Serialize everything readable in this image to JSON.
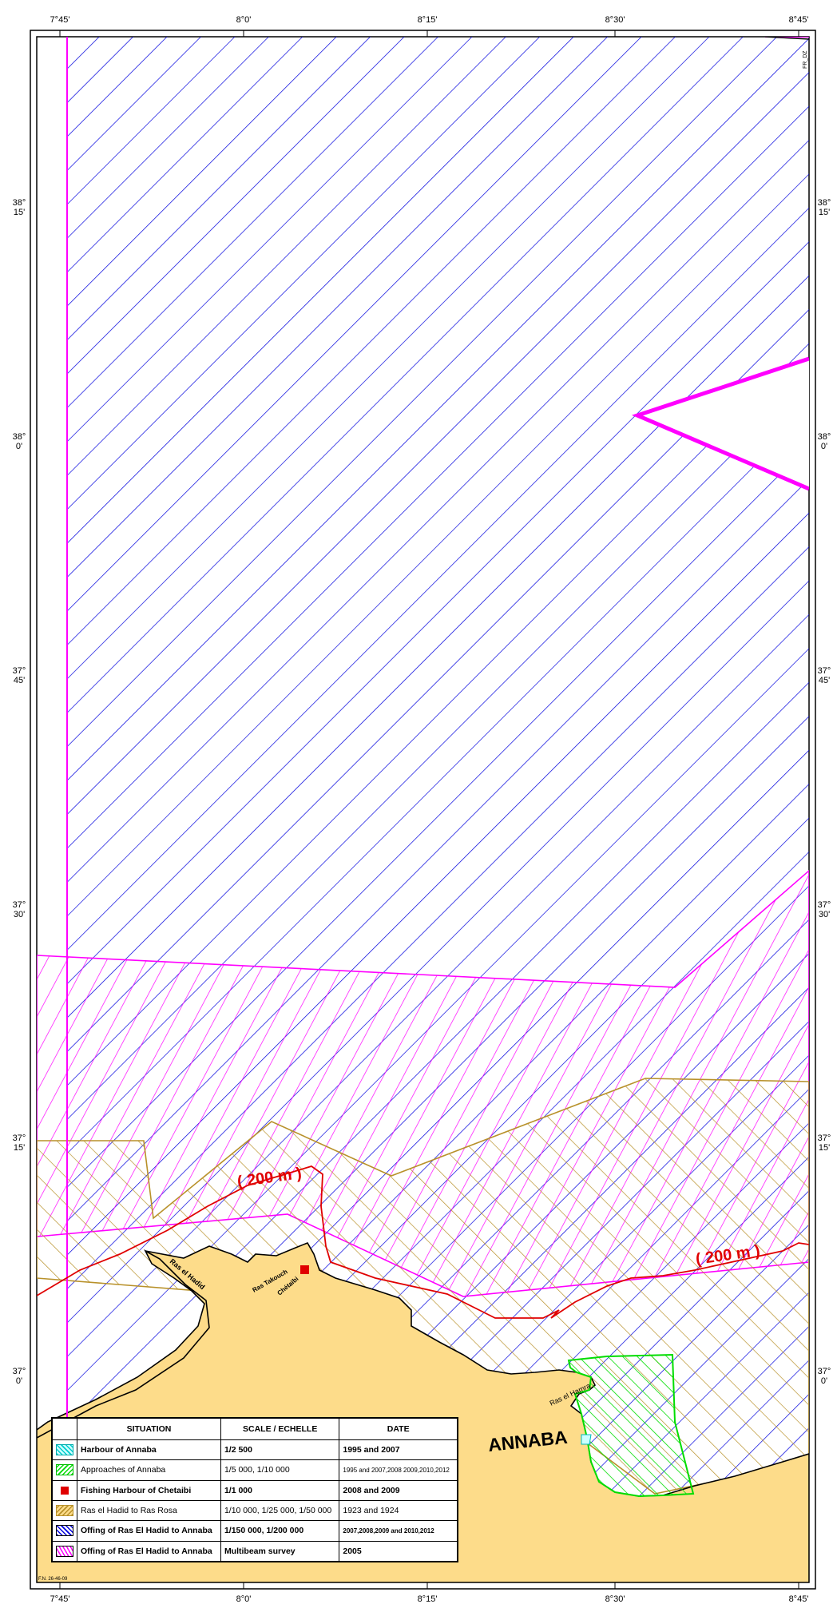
{
  "map": {
    "top_ticks": [
      "7°45'",
      "8°0'",
      "8°15'",
      "8°30'",
      "8°45'"
    ],
    "bottom_ticks": [
      "7°45'",
      "8°0'",
      "8°15'",
      "8°30'",
      "8°45'"
    ],
    "left_ticks": [
      {
        "deg": "38°",
        "min": "15'"
      },
      {
        "deg": "38°",
        "min": "0'"
      },
      {
        "deg": "37°",
        "min": "45'"
      },
      {
        "deg": "37°",
        "min": "30'"
      },
      {
        "deg": "37°",
        "min": "15'"
      },
      {
        "deg": "37°",
        "min": "0'"
      }
    ],
    "right_ticks": [
      {
        "deg": "38°",
        "min": "15'"
      },
      {
        "deg": "38°",
        "min": "0'"
      },
      {
        "deg": "37°",
        "min": "45'"
      },
      {
        "deg": "37°",
        "min": "30'"
      },
      {
        "deg": "37°",
        "min": "15'"
      },
      {
        "deg": "37°",
        "min": "0'"
      }
    ],
    "contour_label_west": "( 200 m )",
    "contour_label_east": "( 200 m )",
    "place_annaba": "ANNABA",
    "place_ras_el_hadid": "Ras el Hadid",
    "place_ras_el_hamra": "Ras el Hamra",
    "place_chetaibi_1": "Ras Takouch",
    "place_chetaibi_2": "Chétaïbi",
    "corner_code": "FR_DZ",
    "bottom_code": "F.N. 26-46-09",
    "colors": {
      "land": "#fddc8a",
      "blue_hatch": "#0000dd",
      "magenta_hatch": "#ff00ff",
      "brown_hatch": "#b8912a",
      "green_hatch": "#00dd00",
      "contour": "#e00000"
    }
  },
  "legend": {
    "headers": {
      "situation": "SITUATION",
      "scale": "SCALE / ECHELLE",
      "date": "DATE"
    },
    "rows": [
      {
        "situation": "Harbour of Annaba",
        "scale": "1/2 500",
        "date": "1995 and 2007",
        "swatch": "cyan-hatch"
      },
      {
        "situation": "Approaches of Annaba",
        "scale": "1/5 000, 1/10 000",
        "date": "1995 and 2007,2008 2009,2010,2012",
        "swatch": "green-hatch"
      },
      {
        "situation": "Fishing Harbour of Chetaibi",
        "scale": "1/1 000",
        "date": "2008 and 2009",
        "swatch": "red-square"
      },
      {
        "situation": "Ras el Hadid to Ras Rosa",
        "scale": "1/10 000, 1/25 000, 1/50 000",
        "date": "1923 and 1924",
        "swatch": "brown-hatch"
      },
      {
        "situation": "Offing of Ras El Hadid to Annaba",
        "scale": "1/150 000, 1/200 000",
        "date": "2007,2008,2009 and 2010,2012",
        "swatch": "blue-hatch"
      },
      {
        "situation": "Offing of Ras El Hadid to Annaba",
        "scale": "Multibeam survey",
        "date": "2005",
        "swatch": "magenta-hatch"
      }
    ]
  }
}
